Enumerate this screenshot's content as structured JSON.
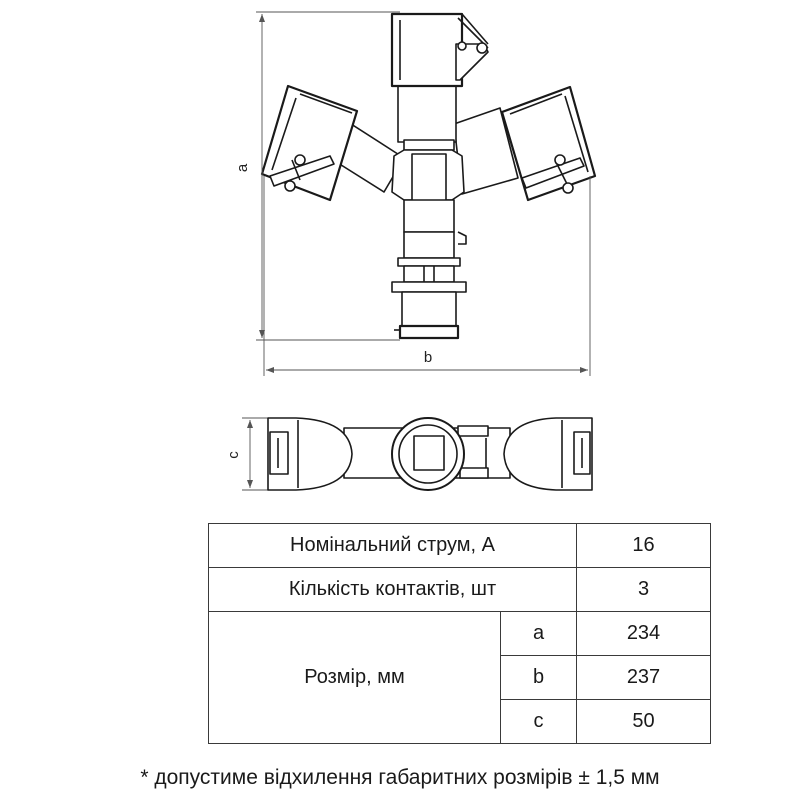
{
  "drawing": {
    "dimensions": {
      "a": "a",
      "b": "b",
      "c": "c"
    }
  },
  "table": {
    "current_label": "Номінальний струм, А",
    "current_value": "16",
    "contacts_label": "Кількість контактів, шт",
    "contacts_value": "3",
    "size_label": "Розмір, мм",
    "sizes": [
      {
        "key": "a",
        "value": "234"
      },
      {
        "key": "b",
        "value": "237"
      },
      {
        "key": "c",
        "value": "50"
      }
    ]
  },
  "note": "* допустиме відхилення габаритних розмірів ± 1,5 мм"
}
